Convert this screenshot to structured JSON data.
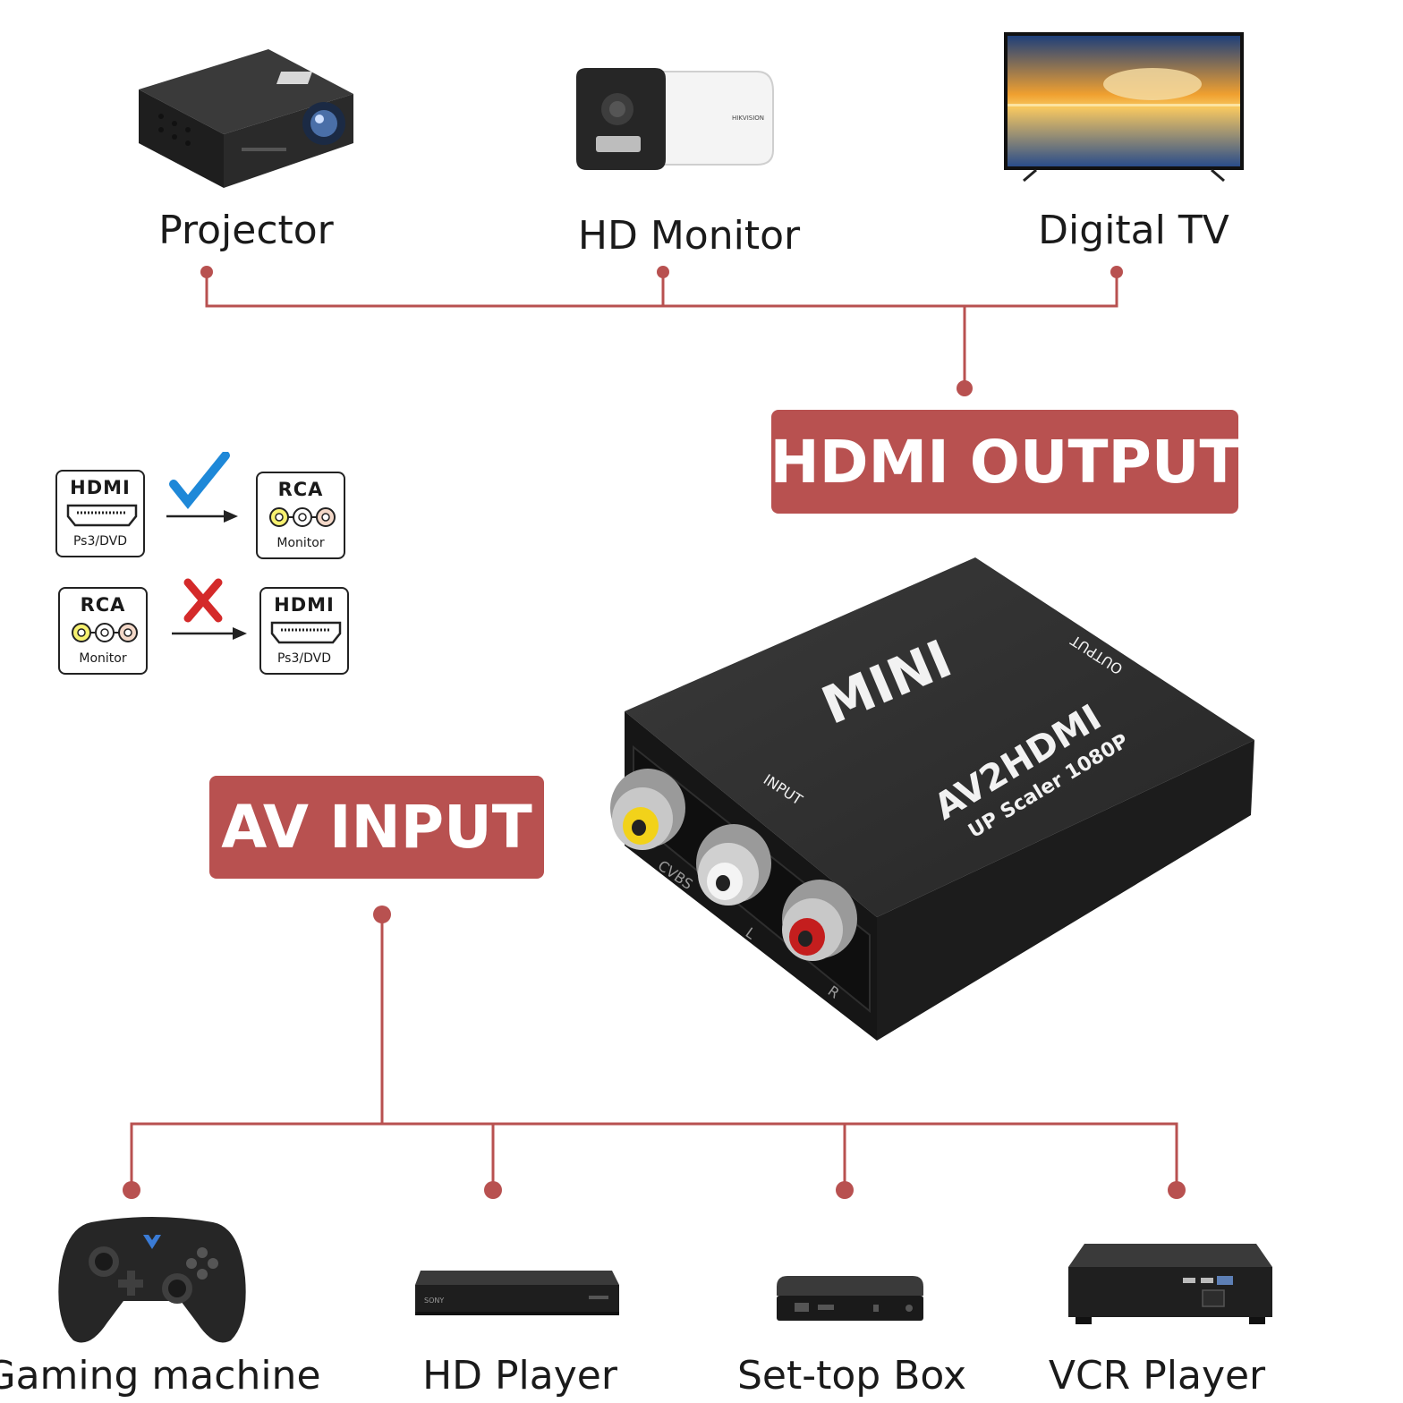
{
  "colors": {
    "accent": "#b85150",
    "check": "#1e88d8",
    "cross": "#d42a2a",
    "device_body": "#2b2b2b"
  },
  "output": {
    "banner": "HDMI OUTPUT",
    "devices": [
      {
        "label": "Projector",
        "icon": "projector-icon"
      },
      {
        "label": "HD Monitor",
        "icon": "camera-icon"
      },
      {
        "label": "Digital TV",
        "icon": "tv-icon"
      }
    ]
  },
  "input": {
    "banner": "AV INPUT",
    "devices": [
      {
        "label": "Gaming machine",
        "icon": "gamepad-icon"
      },
      {
        "label": "HD Player",
        "icon": "player-icon"
      },
      {
        "label": "Set-top Box",
        "icon": "settop-box-icon"
      },
      {
        "label": "VCR Player",
        "icon": "vcr-icon"
      }
    ]
  },
  "compatibility": [
    {
      "from": {
        "title": "HDMI",
        "sub": "Ps3/DVD"
      },
      "to": {
        "title": "RCA",
        "sub": "Monitor"
      },
      "supported": true
    },
    {
      "from": {
        "title": "RCA",
        "sub": "Monitor"
      },
      "to": {
        "title": "HDMI",
        "sub": "Ps3/DVD"
      },
      "supported": false
    }
  ],
  "adapter": {
    "brand": "MINI",
    "model": "AV2HDMI",
    "tagline": "UP Scaler 1080P",
    "input_label": "INPUT",
    "output_label": "OUTPUT",
    "port_labels": {
      "video": "CVBS",
      "left": "L",
      "right": "R"
    }
  }
}
